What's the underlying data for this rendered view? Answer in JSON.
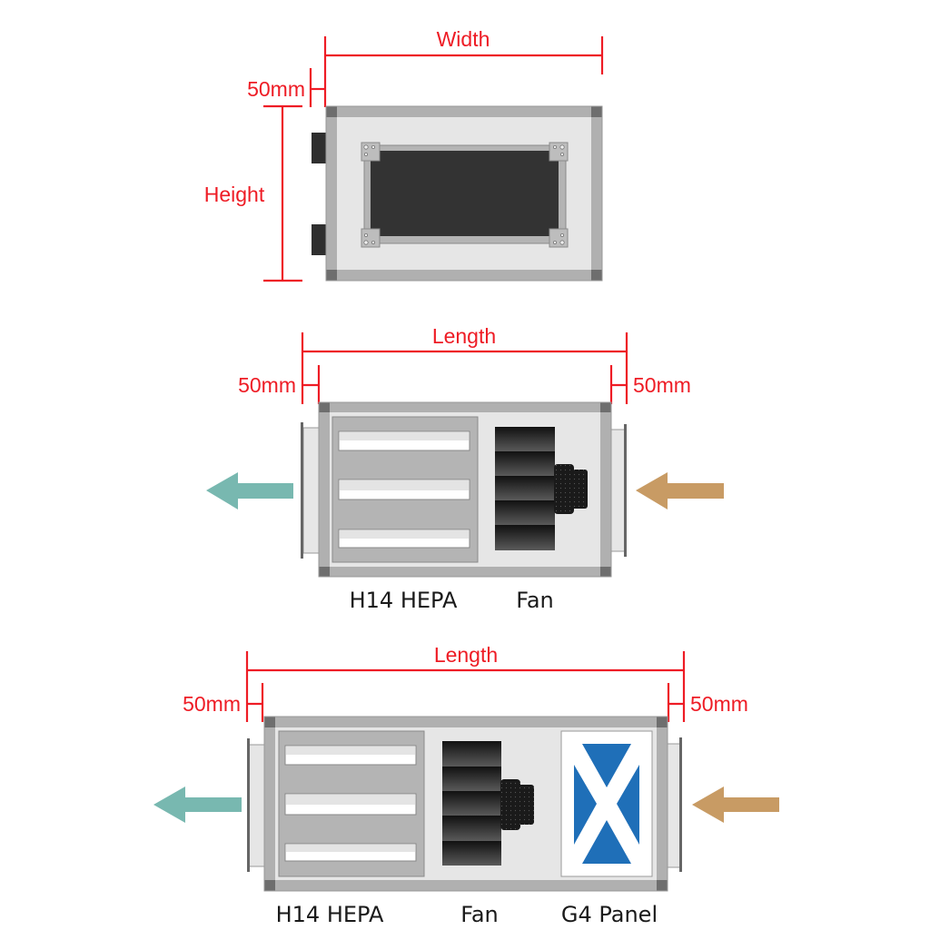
{
  "colors": {
    "dimension": "#ee1c25",
    "frame": "#b0b0b0",
    "corner": "#6e6e6e",
    "panel": "#e6e6e6",
    "filter": "#b4b4b4",
    "fan_dark": "#1e1e1e",
    "outlet_arrow": "#78b8b0",
    "inlet_arrow": "#c89b64",
    "g4_blue": "#1f6fb8"
  },
  "front_view": {
    "width_label": "Width",
    "height_label": "Height",
    "flange_label": "50mm"
  },
  "unit_two_stage": {
    "length_label": "Length",
    "left_flange_label": "50mm",
    "right_flange_label": "50mm",
    "components": [
      "H14 HEPA",
      "Fan"
    ],
    "outlet_arrow": "arrow-left-icon",
    "inlet_arrow": "arrow-left-icon"
  },
  "unit_three_stage": {
    "length_label": "Length",
    "left_flange_label": "50mm",
    "right_flange_label": "50mm",
    "components": [
      "H14 HEPA",
      "Fan",
      "G4 Panel"
    ],
    "outlet_arrow": "arrow-left-icon",
    "inlet_arrow": "arrow-left-icon"
  }
}
